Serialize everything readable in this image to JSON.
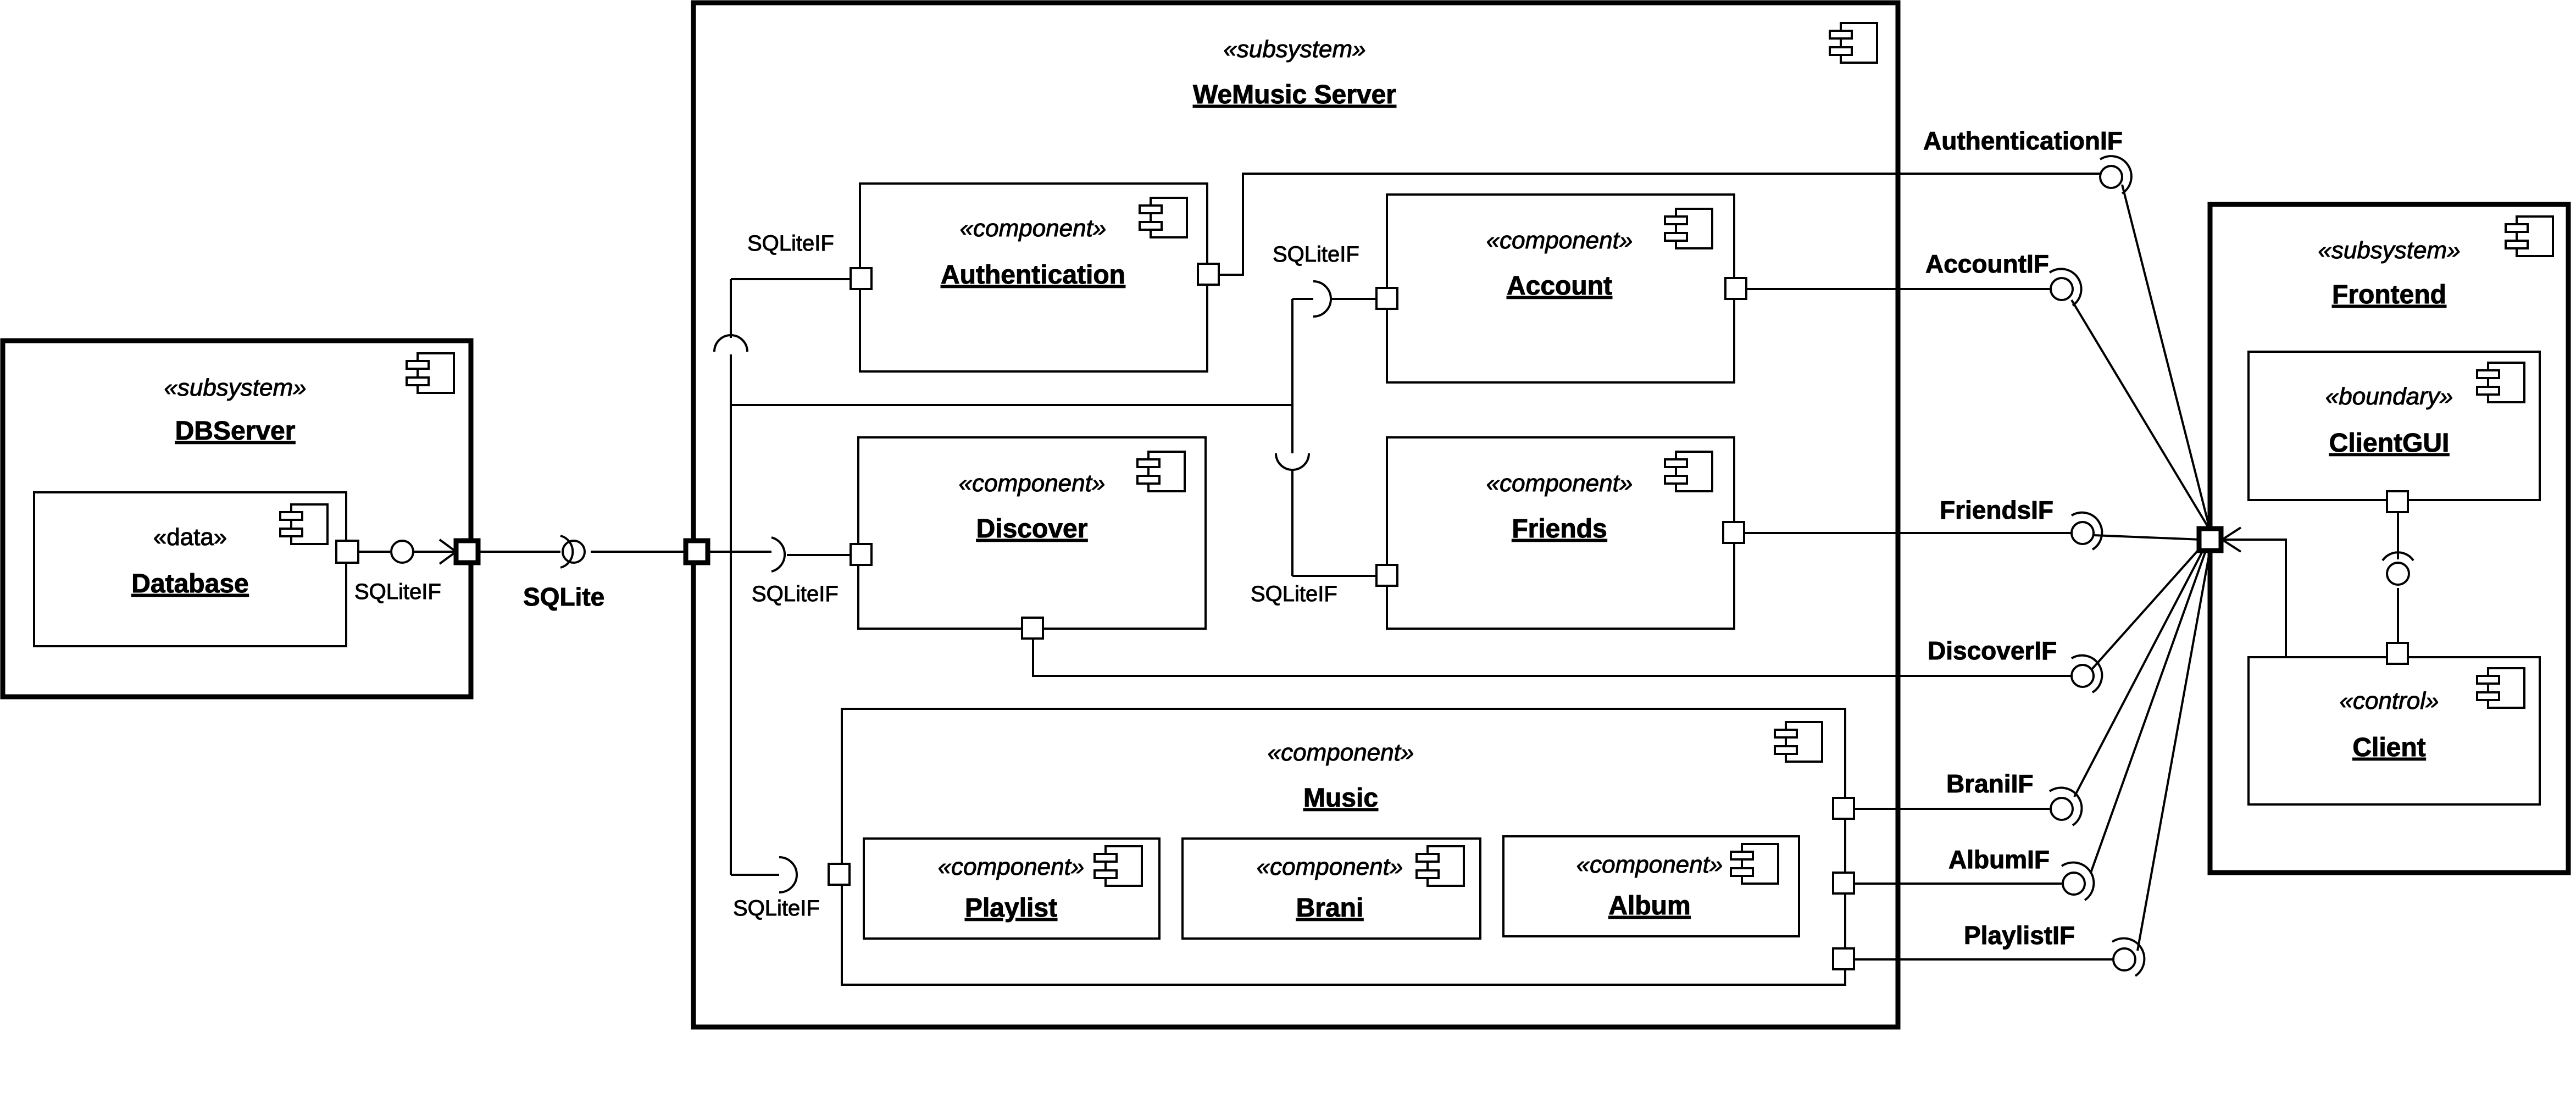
{
  "dbserver": {
    "stereotype": "«subsystem»",
    "name": "DBServer"
  },
  "database": {
    "stereotype": "«data»",
    "name": "Database"
  },
  "server": {
    "stereotype": "«subsystem»",
    "name": "WeMusic Server"
  },
  "components": {
    "authentication": {
      "stereotype": "«component»",
      "name": "Authentication"
    },
    "account": {
      "stereotype": "«component»",
      "name": "Account"
    },
    "discover": {
      "stereotype": "«component»",
      "name": "Discover"
    },
    "friends": {
      "stereotype": "«component»",
      "name": "Friends"
    },
    "music": {
      "stereotype": "«component»",
      "name": "Music"
    },
    "playlist": {
      "stereotype": "«component»",
      "name": "Playlist"
    },
    "brani": {
      "stereotype": "«component»",
      "name": "Brani"
    },
    "album": {
      "stereotype": "«component»",
      "name": "Album"
    }
  },
  "frontend": {
    "stereotype": "«subsystem»",
    "name": "Frontend"
  },
  "clientgui": {
    "stereotype": "«boundary»",
    "name": "ClientGUI"
  },
  "client": {
    "stereotype": "«control»",
    "name": "Client"
  },
  "labels": {
    "db_sqliteif": "SQLiteIF",
    "sqlite": "SQLite",
    "sqliteif_auth": "SQLiteIF",
    "sqliteif_account": "SQLiteIF",
    "sqliteif_discover": "SQLiteIF",
    "sqliteif_friends": "SQLiteIF",
    "sqliteif_music": "SQLiteIF"
  },
  "interfaces": {
    "authentication": "AuthenticationIF",
    "account": "AccountIF",
    "friends": "FriendsIF",
    "discover": "DiscoverIF",
    "brani": "BraniIF",
    "album": "AlbumIF",
    "playlist": "PlaylistIF"
  }
}
